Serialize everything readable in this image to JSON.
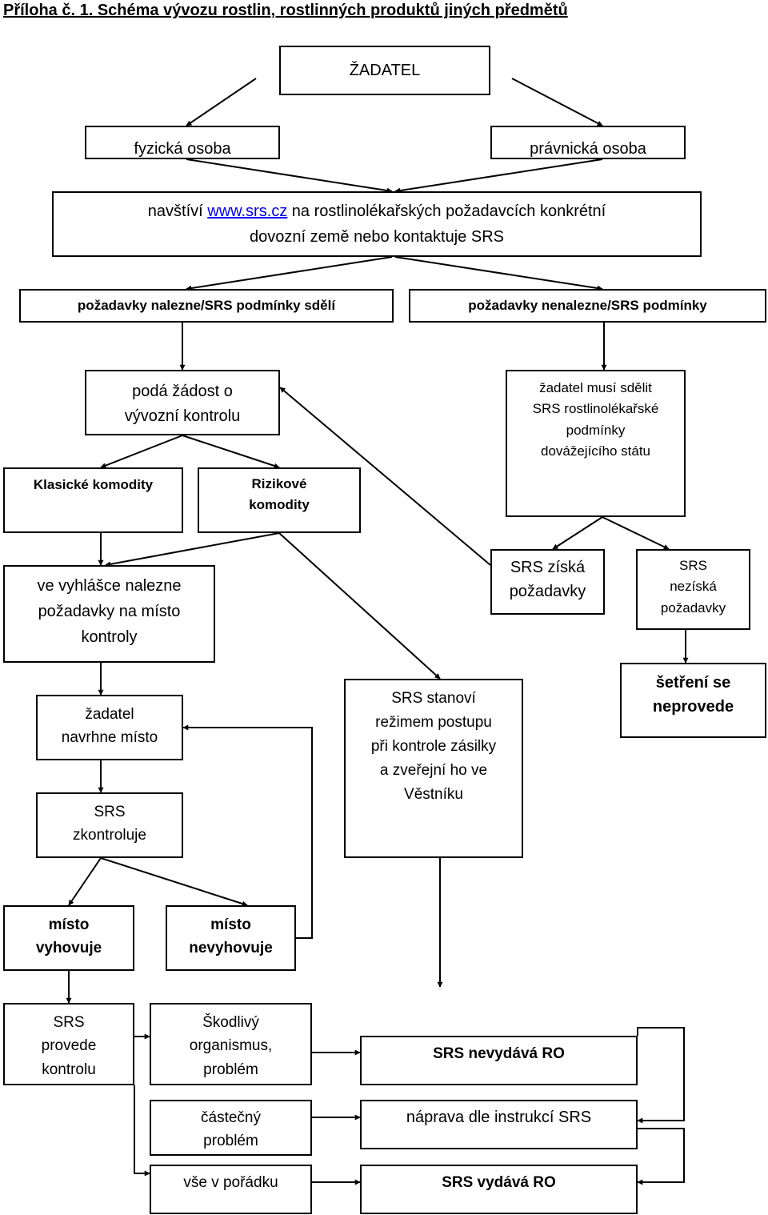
{
  "title": "Příloha č. 1. Schéma vývozu rostlin, rostlinných produktů jiných předmětů",
  "nodes": {
    "zadatel": "ŽADATEL",
    "fyzicka": "fyzická osoba",
    "pravnicka": "právnická osoba",
    "navstivi": {
      "pre": "navštíví ",
      "link": "www.srs.cz",
      "post": " na rostlinolékařských požadavcích konkrétní",
      "line2": "dovozní země nebo kontaktuje SRS"
    },
    "nalezne": "požadavky nalezne/SRS podmínky sdělí",
    "nenalezne": "požadavky nenalezne/SRS podmínky",
    "poda": [
      "podá žádost o",
      "vývozní kontrolu"
    ],
    "musi_sdelit": [
      "žadatel musí sdělit",
      "SRS rostlinolékařské",
      "podmínky",
      "dovážejícího státu"
    ],
    "klasicke": "Klasické komodity",
    "rizikove": [
      "Rizikové",
      "komodity"
    ],
    "vyhlasce": [
      "ve vyhlášce nalezne",
      "požadavky na místo",
      "kontroly"
    ],
    "ziska": [
      "SRS získá",
      "požadavky"
    ],
    "neziska": [
      "SRS",
      "nezíská",
      "požadavky"
    ],
    "navrhne": [
      "žadatel",
      "navrhne místo"
    ],
    "stanovi": [
      "SRS stanoví",
      "režimem postupu",
      "při kontrole zásilky",
      "a zveřejní ho ve",
      "Věstníku"
    ],
    "setreni": [
      "šetření se",
      "neprovede"
    ],
    "zkontroluje": [
      "SRS",
      "zkontroluje"
    ],
    "vyhovuje": [
      "místo",
      "vyhovuje"
    ],
    "nevyhovuje": [
      "místo",
      "nevyhovuje"
    ],
    "provede": [
      "SRS",
      "provede",
      "kontrolu"
    ],
    "skodlivy": [
      "Škodlivý",
      "organismus,",
      "problém"
    ],
    "nevydava": "SRS nevydává RO",
    "castecny": [
      "částečný",
      "problém"
    ],
    "naprava": "náprava dle instrukcí SRS",
    "poradku": "vše v pořádku",
    "vydava": "SRS vydává RO"
  }
}
